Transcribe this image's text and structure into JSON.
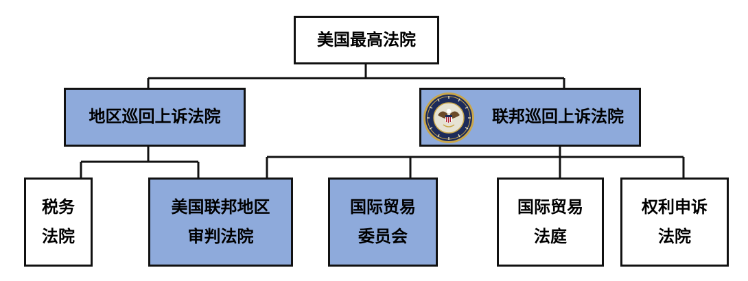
{
  "nodes": {
    "supreme": "美国最高法院",
    "regional_appeals": "地区巡回上诉法院",
    "federal_appeals": "联邦巡回上诉法院",
    "tax_court": "税务\n法院",
    "district_court": "美国联邦地区\n审判法院",
    "itc": "国际贸易\n委员会",
    "trade_court": "国际贸易\n法庭",
    "claims_court": "权利申诉\n法院"
  },
  "seal": {
    "icon": "court-seal-icon",
    "colors": {
      "navy": "#1d2b5a",
      "gold": "#c9a64a",
      "red": "#b22234"
    }
  },
  "colors": {
    "highlight": "#8eaadb",
    "plain": "#ffffff",
    "border": "#111111",
    "text": "#000000"
  }
}
